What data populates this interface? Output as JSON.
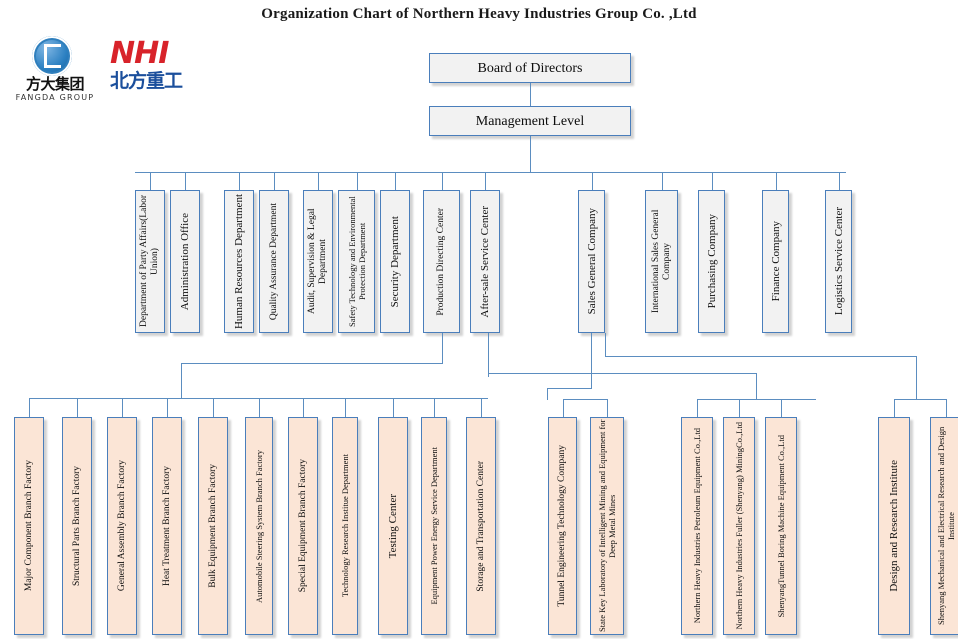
{
  "title": "Organization Chart of Northern Heavy Industries  Group Co. ,Ltd",
  "logos": {
    "fangda": {
      "cn": "方大集团",
      "en": "FANGDA GROUP",
      "mark": "fangda-circle-f-logo"
    },
    "nhi": {
      "en": "NHI",
      "cn": "北方重工"
    }
  },
  "colors": {
    "box_border": "#4a7ebb",
    "box_fill_gray": "#f2f2f2",
    "box_fill_peach": "#fbe5d6",
    "line": "#5b8dc0",
    "title_text": "#1a1a1a",
    "nhi_red": "#d8232a",
    "nhi_blue": "#1b4f9c"
  },
  "top": {
    "board": "Board of Directors",
    "management": "Management Level"
  },
  "level2_left": [
    {
      "label": "Department of Party Affairs(Labor Union)"
    },
    {
      "label": "Administration Office"
    },
    {
      "label": "Human Resources Department"
    },
    {
      "label": "Quality Assurance Department"
    },
    {
      "label": "Audit, Supervision & Legal Department"
    },
    {
      "label": "Safety Technology and Environmental Protection Department"
    },
    {
      "label": "Security Department"
    },
    {
      "label": "Production Directing Center"
    },
    {
      "label": "After-sale Service Center"
    }
  ],
  "level2_right": [
    {
      "label": "Sales General Company"
    },
    {
      "label": "International Sales General Company"
    },
    {
      "label": "Purchasing Company"
    },
    {
      "label": "Finance Company"
    },
    {
      "label": "Logistics Service Center"
    }
  ],
  "level3_production": [
    {
      "label": "Major Component Branch Factory"
    },
    {
      "label": "Structural Parts Branch Factory"
    },
    {
      "label": "General Assembly Branch Factory"
    },
    {
      "label": "Heat Treatment Branch Factory"
    },
    {
      "label": "Bulk Equipment Branch Factory"
    },
    {
      "label": "Automobile Steering System Branch Factory"
    },
    {
      "label": "Special Equipment Branch Factory"
    },
    {
      "label": "Technology Research Institue Department"
    },
    {
      "label": "Testing Center"
    },
    {
      "label": "Equipment Power Energy Service Department"
    },
    {
      "label": "Storage and Transportation Center"
    }
  ],
  "level3_sales": [
    {
      "label": "Tunnel Engineering Technology Company"
    },
    {
      "label": "State Key Laboratory of Intelligent Mining and Equipment for Deep Metal Mines"
    }
  ],
  "level3_subsidiaries": [
    {
      "label": "Northern Heavy Industries Petroleum Equipment Co.,Ltd"
    },
    {
      "label": "Northern Heavy Industries Fuller (Shenyang) MiningCo.,Ltd"
    },
    {
      "label": "ShenyangTunnel Boring Machine Equipment Co.,Ltd"
    }
  ],
  "level3_institutes": [
    {
      "label": "Design and Research Institute"
    },
    {
      "label": "Shenyang Mechanical and Electrical Research and Design Institute"
    }
  ]
}
